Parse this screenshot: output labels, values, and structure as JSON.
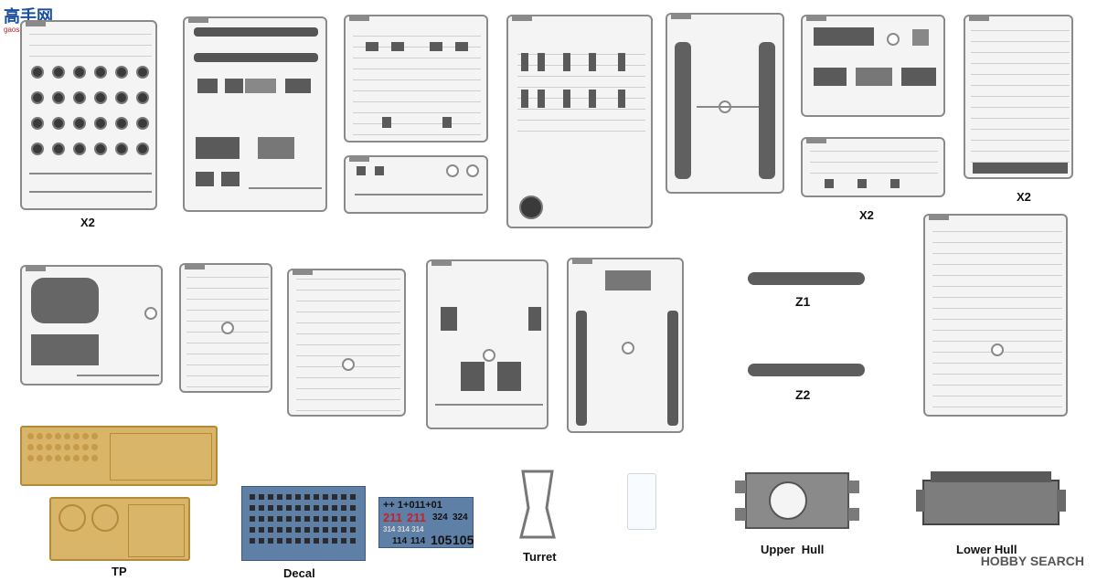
{
  "logo": {
    "text": "高手网",
    "sub": "gaoshouwang"
  },
  "labels": {
    "x2_a": "X2",
    "x2_b": "X2",
    "x2_c": "X2",
    "z1": "Z1",
    "z2": "Z2",
    "tp": "TP",
    "decal": "Decal",
    "turret": "Turret",
    "upper_hull": "Upper  Hull",
    "lower_hull": "Lower Hull"
  },
  "decal_numbers": {
    "row1": "++ 1+011+01",
    "row2a": "211",
    "row2b": "211",
    "row2c": "324",
    "row2d": "324",
    "row3": "314 314 314",
    "row4a": "114",
    "row4b": "114",
    "row4c": "105",
    "row4d": "105"
  },
  "watermark": "HOBBY SEARCH",
  "colors": {
    "sprue": "#8a8a8a",
    "photoetch": "#d9b56a",
    "decal_bg": "#5e7fa6",
    "decal_red": "#c8202a"
  }
}
